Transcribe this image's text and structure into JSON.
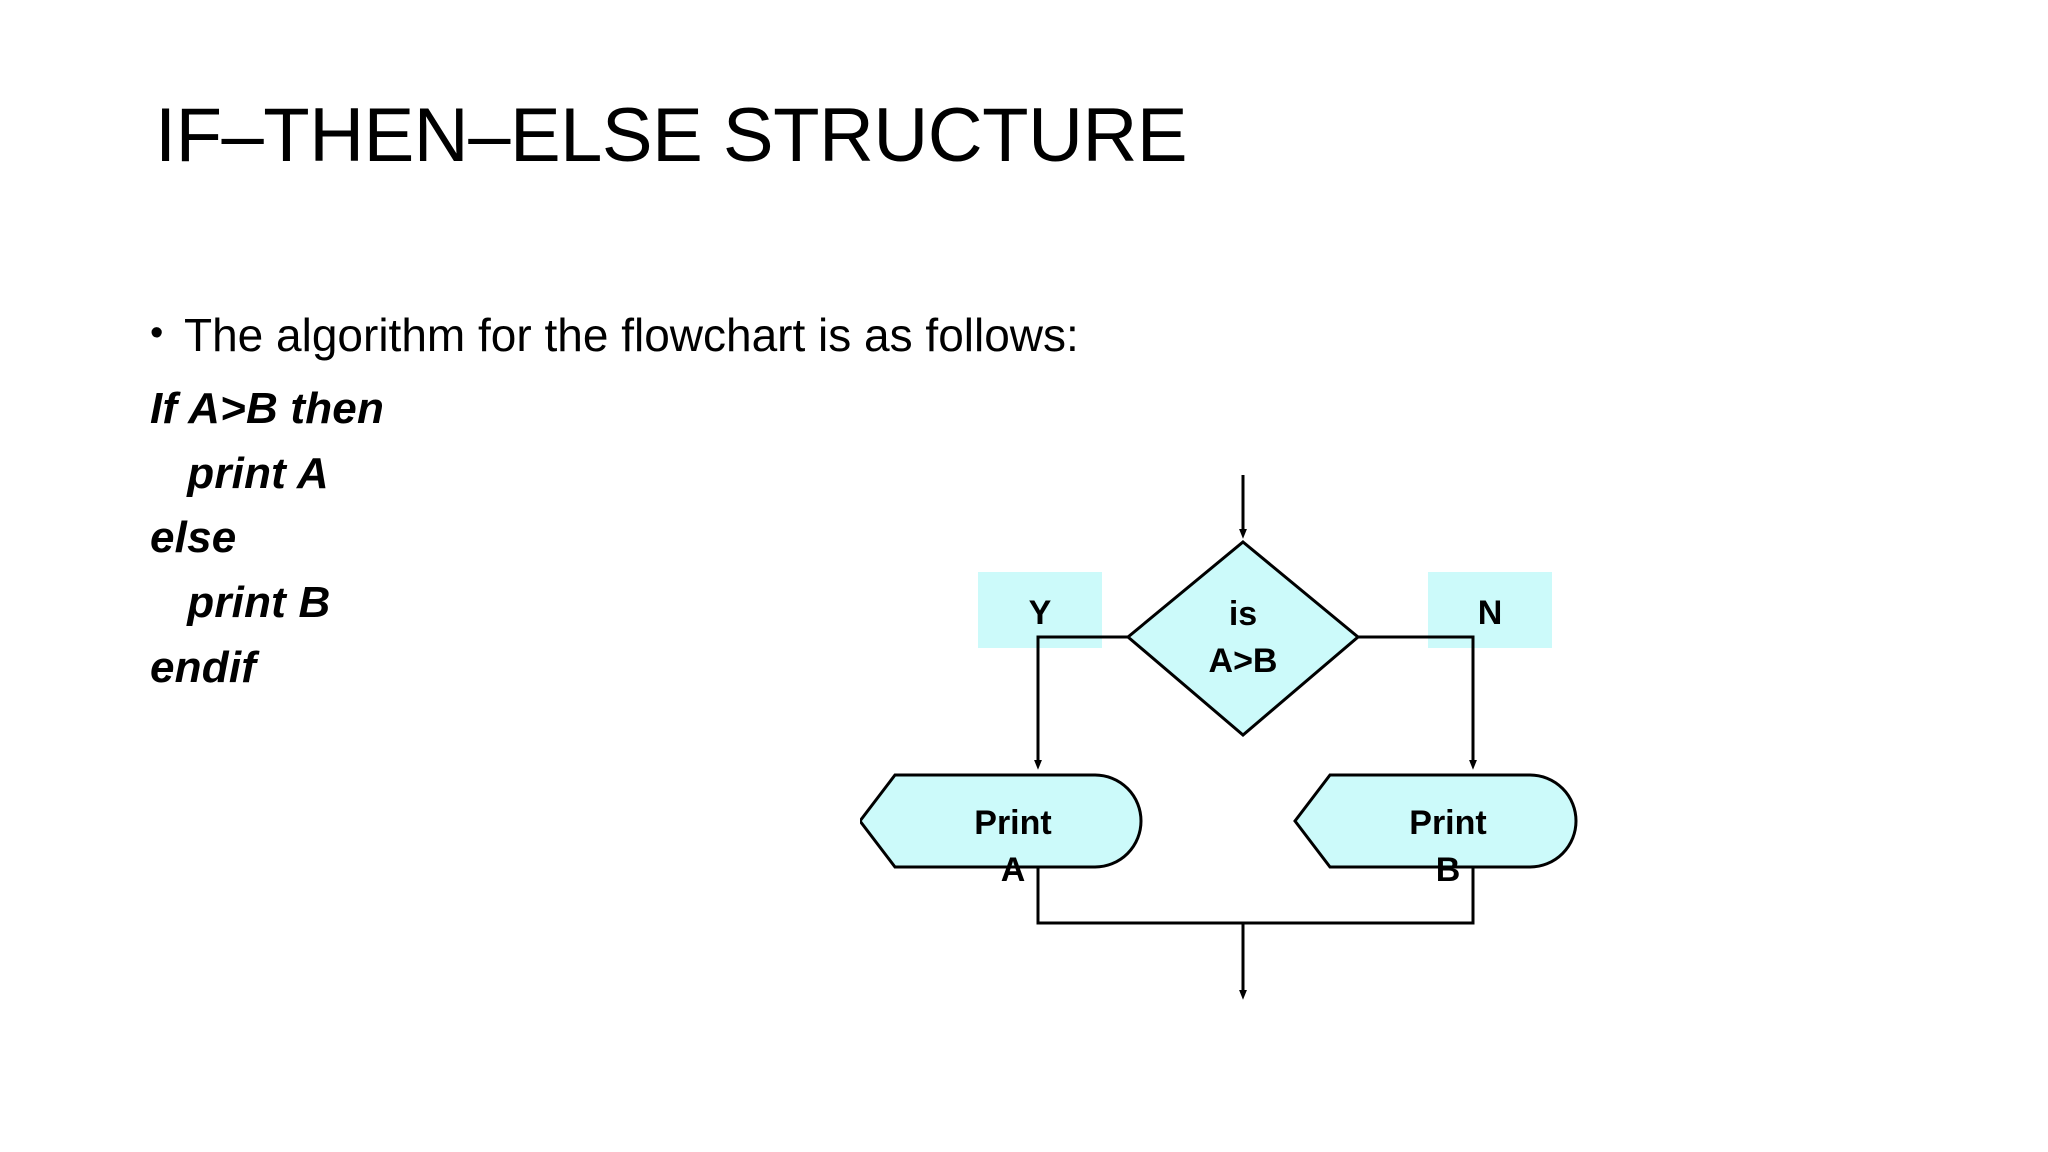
{
  "slide": {
    "title": "IF–THEN–ELSE STRUCTURE",
    "background_color": "#ffffff",
    "text_color": "#000000"
  },
  "body": {
    "bullet": {
      "marker": "•",
      "text": "The algorithm for the flowchart is as follows:"
    },
    "code_lines": [
      {
        "text": "If A>B then",
        "indented": false
      },
      {
        "text": "   print A",
        "indented": true
      },
      {
        "text": "else",
        "indented": false
      },
      {
        "text": "   print B",
        "indented": true
      },
      {
        "text": "endif",
        "indented": false
      }
    ]
  },
  "flowchart": {
    "shape_fill": "#CCFAFA",
    "shape_stroke": "#000000",
    "label_fill": "#CCFAFA",
    "decision": {
      "line1": "is",
      "line2": "A>B"
    },
    "branch_labels": {
      "yes": "Y",
      "no": "N"
    },
    "process_left": {
      "line1": "Print",
      "line2": "A"
    },
    "process_right": {
      "line1": "Print",
      "line2": "B"
    }
  }
}
